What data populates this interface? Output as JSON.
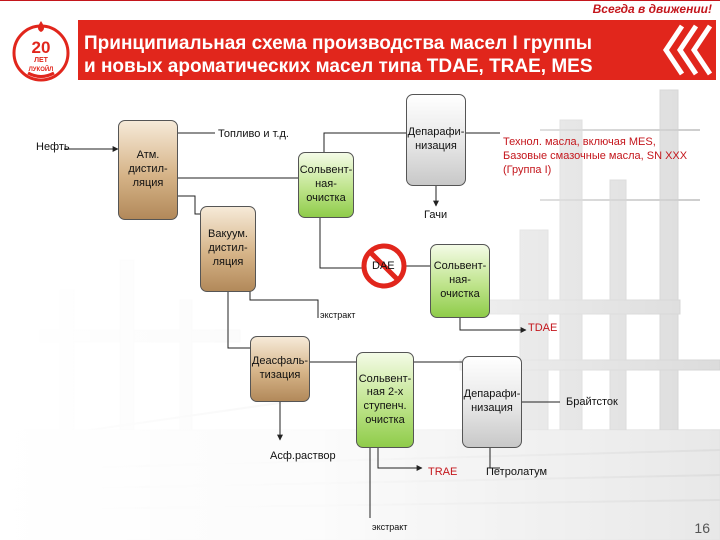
{
  "header": {
    "tagline": "Всегда в движении!",
    "title_line1": "Принципиальная  схема производства масел I группы",
    "title_line2": "и новых ароматических  масел типа TDAE, TRAE, MES"
  },
  "logo": {
    "number": "20",
    "word": "ЛЕТ",
    "brand": "ЛУКОЙЛ"
  },
  "labels": {
    "oil": "Нефть",
    "fuel": "Топливо и т.д.",
    "gachi": "Гачи",
    "extract1": "экстракт",
    "tdae": "TDAE",
    "asphalt": "Асф.раствор",
    "trae": "TRAE",
    "petrolatum": "Петролатум",
    "brightstock": "Брайтсток",
    "extract2": "экстракт",
    "products": "Технол. масла, включая MES,\nБазовые смазочные масла, SN XXX\n(Группа I)"
  },
  "boxes": {
    "atm": "Атм.\nдистил-\nляция",
    "vac": "Вакуум.\nдистил-\nляция",
    "solv1": "Сольвент-\nная-\nочистка",
    "dewax1": "Депарафи-\nнизация",
    "ban": "DAE",
    "solv2": "Сольвент-\nная-\nочистка",
    "deasph": "Деасфаль-\nтизация",
    "solv3": "Сольвент-\nная 2-х\nступенч.\nочистка",
    "dewax2": "Депарафи-\nнизация"
  },
  "page_number": "16",
  "colors": {
    "accent": "#e1261c",
    "red_text": "#c4161c",
    "green": "#8fcc4a",
    "brown": "#b2895a",
    "grey": "#c8c8c8"
  }
}
